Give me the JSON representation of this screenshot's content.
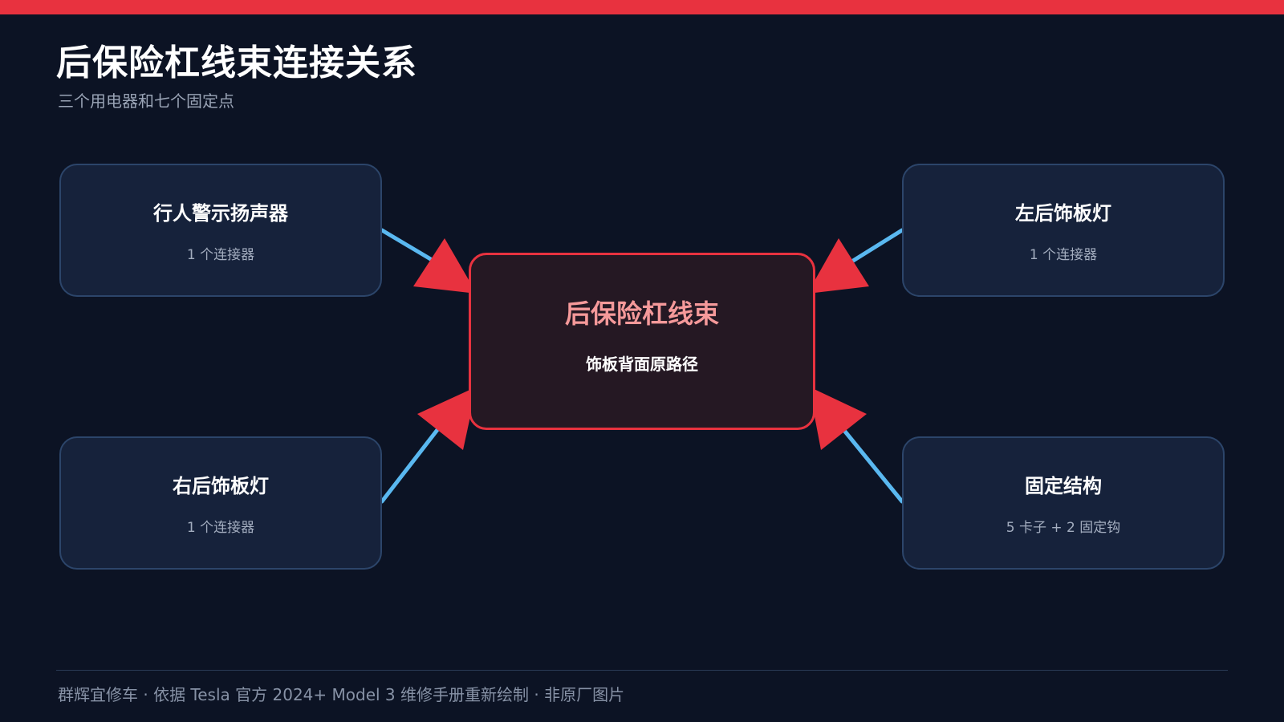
{
  "header": {
    "title": "后保险杠线束连接关系",
    "subtitle": "三个用电器和七个固定点"
  },
  "hub": {
    "title": "后保险杠线束",
    "subtitle": "饰板背面原路径"
  },
  "nodes": {
    "pedestrian_speaker": {
      "title": "行人警示扬声器",
      "detail": "1 个连接器"
    },
    "left_trim_light": {
      "title": "左后饰板灯",
      "detail": "1 个连接器"
    },
    "right_trim_light": {
      "title": "右后饰板灯",
      "detail": "1 个连接器"
    },
    "fixing_structure": {
      "title": "固定结构",
      "detail": "5 卡子 + 2 固定钩"
    }
  },
  "footer": {
    "text": "群辉宜修车 · 依据 Tesla 官方 2024+ Model 3 维修手册重新绘制 · 非原厂图片"
  },
  "colors": {
    "accent": "#e8323f",
    "connector_line": "#5ab8f0",
    "background": "#0c1324"
  }
}
